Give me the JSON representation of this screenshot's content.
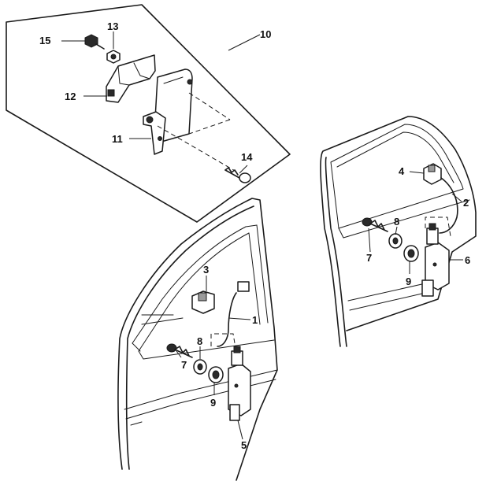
{
  "labels": {
    "p1": "1",
    "p2": "2",
    "p3": "3",
    "p4": "4",
    "p5": "5",
    "p6": "6",
    "p7a": "7",
    "p7b": "7",
    "p8a": "8",
    "p8b": "8",
    "p9a": "9",
    "p9b": "9",
    "p10": "10",
    "p11": "11",
    "p12": "12",
    "p13": "13",
    "p14": "14",
    "p15": "15"
  },
  "colors": {
    "line": "#1a1a1a",
    "background": "#ffffff"
  }
}
